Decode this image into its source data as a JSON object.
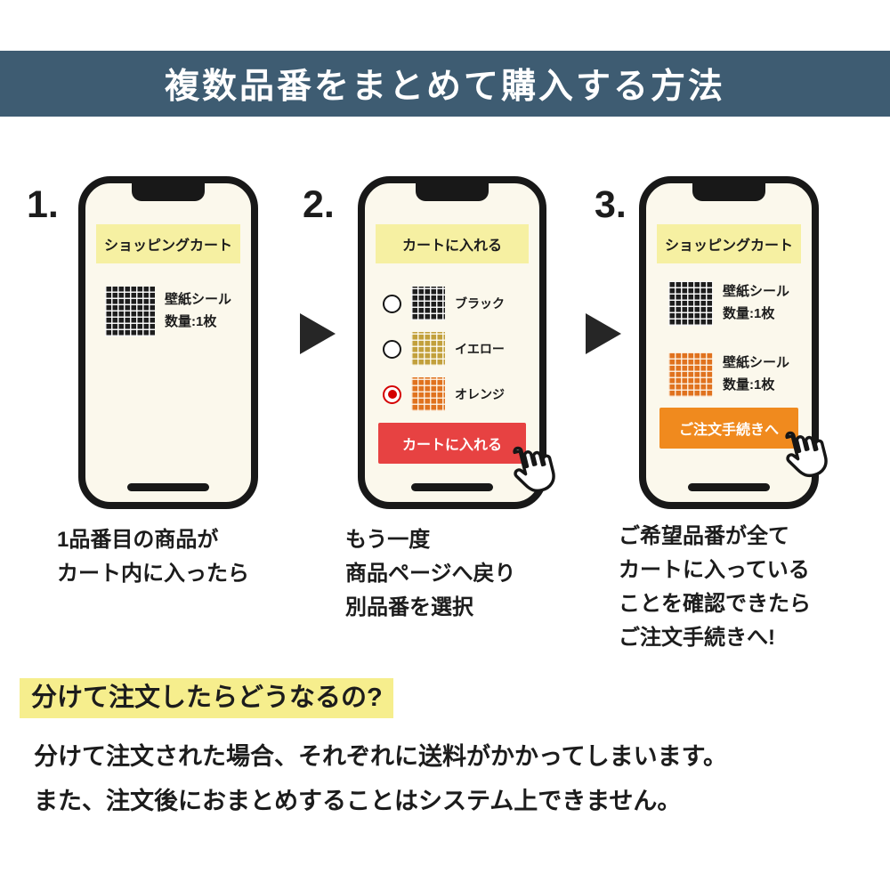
{
  "banner": {
    "title": "複数品番をまとめて購入する方法",
    "bg_color": "#3e5c72"
  },
  "steps": [
    {
      "number": "1.",
      "header": "ショッピングカート",
      "items": [
        {
          "swatch": "black",
          "name": "壁紙シール",
          "qty": "数量:1枚"
        }
      ],
      "caption_lines": [
        "1品番目の商品が",
        "カート内に入ったら"
      ]
    },
    {
      "number": "2.",
      "header": "カートに入れる",
      "options": [
        {
          "label": "ブラック",
          "swatch": "black",
          "selected": false
        },
        {
          "label": "イエロー",
          "swatch": "yellow",
          "selected": false
        },
        {
          "label": "オレンジ",
          "swatch": "orange",
          "selected": true
        }
      ],
      "button": "カートに入れる",
      "caption_lines": [
        "もう一度",
        "商品ページへ戻り",
        "別品番を選択"
      ]
    },
    {
      "number": "3.",
      "header": "ショッピングカート",
      "items": [
        {
          "swatch": "black",
          "name": "壁紙シール",
          "qty": "数量:1枚"
        },
        {
          "swatch": "orange",
          "name": "壁紙シール",
          "qty": "数量:1枚"
        }
      ],
      "button": "ご注文手続きへ",
      "caption_lines": [
        "ご希望品番が全て",
        "カートに入っている",
        "ことを確認できたら",
        "ご注文手続きへ!"
      ]
    }
  ],
  "footer": {
    "heading": "分けて注文したらどうなるの?",
    "lines": [
      "分けて注文された場合、それぞれに送料がかかってしまいます。",
      "また、注文後におまとめすることはシステム上できません。"
    ]
  },
  "colors": {
    "banner_bg": "#3e5c72",
    "phone_header_yellow": "#f6f0a2",
    "cta_red": "#e74242",
    "cta_orange": "#f08a1e",
    "highlight_yellow": "#f6ee8d",
    "radio_selected_red": "#d40000"
  }
}
